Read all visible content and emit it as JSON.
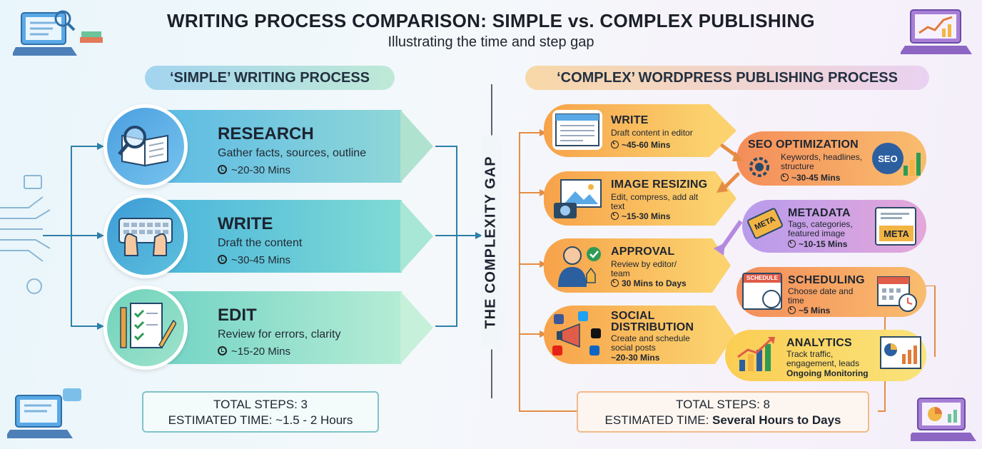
{
  "header": {
    "title": "WRITING PROCESS COMPARISON: SIMPLE vs. COMPLEX PUBLISHING",
    "subtitle": "Illustrating the time and step gap"
  },
  "simple": {
    "heading": "‘SIMPLE’ WRITING PROCESS",
    "steps": [
      {
        "title": "RESEARCH",
        "desc": "Gather facts, sources, outline",
        "time": "~20-30 Mins",
        "icon": "book-magnifier-icon"
      },
      {
        "title": "WRITE",
        "desc": "Draft the content",
        "time": "~30-45 Mins",
        "icon": "keyboard-hands-icon"
      },
      {
        "title": "EDIT",
        "desc": "Review for errors, clarity",
        "time": "~15-20 Mins",
        "icon": "checklist-pencil-icon"
      }
    ],
    "total_steps": "TOTAL STEPS: 3",
    "estimated_time": "ESTIMATED TIME: ~1.5 - 2 Hours"
  },
  "gap_label": "THE COMPLEXITY GAP",
  "complex": {
    "heading": "‘COMPLEX’ WORDPRESS PUBLISHING PROCESS",
    "steps": {
      "write": {
        "title": "WRITE",
        "desc": "Draft content in editor",
        "time": "~45-60 Mins"
      },
      "seo": {
        "title": "SEO OPTIMIZATION",
        "desc1": "Keywords, headlines,",
        "desc2": "structure",
        "time": "~30-45 Mins",
        "badge": "SEO"
      },
      "image": {
        "title": "IMAGE RESIZING",
        "desc1": "Edit, compress, add alt",
        "desc2": "text",
        "time": "~15-30 Mins"
      },
      "metadata": {
        "title": "METADATA",
        "desc1": "Tags, categories,",
        "desc2": "featured image",
        "time": "~10-15 Mins",
        "tag": "META",
        "doc": "META"
      },
      "approval": {
        "title": "APPROVAL",
        "desc1": "Review by editor/",
        "desc2": "team",
        "time": "30 Mins to Days"
      },
      "scheduling": {
        "title": "SCHEDULING",
        "desc1": "Choose date and",
        "desc2": "time",
        "time": "~5 Mins",
        "cal": "SCHEDULE"
      },
      "social": {
        "title": "SOCIAL",
        "title2": "DISTRIBUTION",
        "desc1": "Create and schedule",
        "desc2": "social posts",
        "time": "~20-30 Mins"
      },
      "analytics": {
        "title": "ANALYTICS",
        "desc1": "Track traffic,",
        "desc2": "engagement, leads",
        "time": "Ongoing Monitoring"
      }
    },
    "total_steps": "TOTAL STEPS: 8",
    "estimated_time_label": "ESTIMATED TIME: ",
    "estimated_time_value": "Several Hours to Days"
  },
  "colors": {
    "accent_orange": "#e58c44",
    "accent_teal": "#57b8e6",
    "flow_line_blue": "#2e7fa8"
  }
}
